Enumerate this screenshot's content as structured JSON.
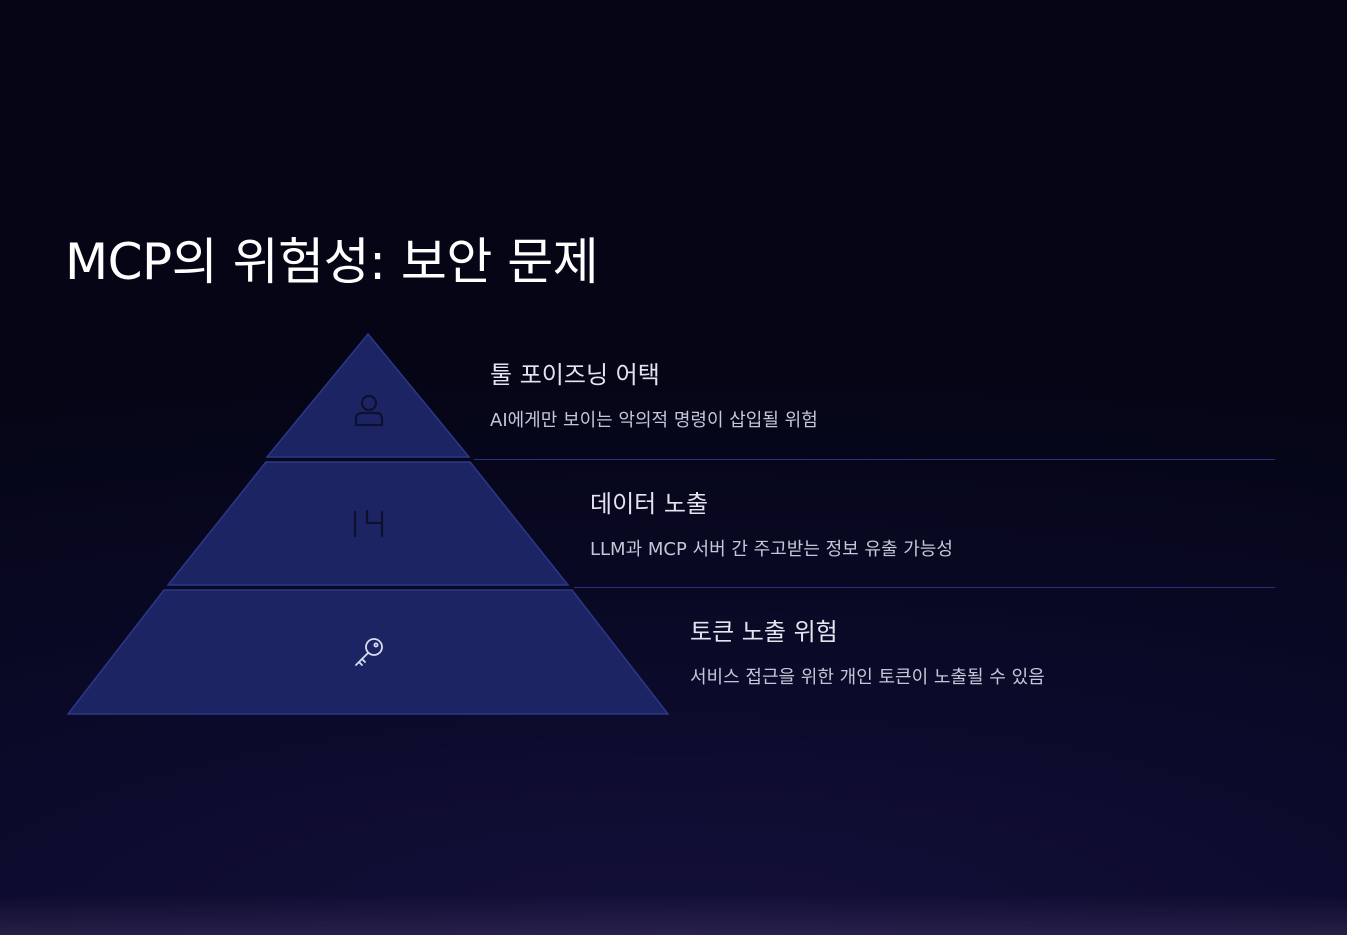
{
  "title": "MCP의 위험성: 보안 문제",
  "colors": {
    "tier_fill": "#1c2464",
    "tier_stroke": "#2c3888",
    "divider": "#27327a",
    "icon_dark": "#0e1030",
    "icon_light": "#d8dcf0"
  },
  "tiers": [
    {
      "title": "툴 포이즈닝 어택",
      "description": "AI에게만 보이는 악의적 명령이 삽입될 위험",
      "icon": "user-icon"
    },
    {
      "title": "데이터 노출",
      "description": "LLM과 MCP 서버 간 주고받는 정보 유출 가능성",
      "icon": "chart-icon"
    },
    {
      "title": "토큰 노출 위험",
      "description": "서비스 접근을 위한 개인 토큰이 노출될 수 있음",
      "icon": "key-icon"
    }
  ]
}
